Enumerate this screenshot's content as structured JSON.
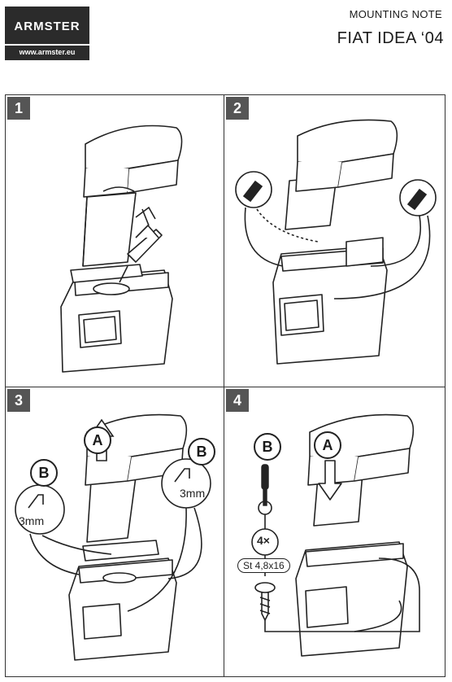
{
  "logo": {
    "brand": "ARMSTER",
    "url": "www.armster.eu"
  },
  "header": {
    "note": "MOUNTING NOTE",
    "model": "FIAT IDEA ‘04"
  },
  "steps": [
    {
      "number": "1"
    },
    {
      "number": "2"
    },
    {
      "number": "3",
      "callout_a": "A",
      "callout_b": "B",
      "drill_size": "3mm"
    },
    {
      "number": "4",
      "callout_a": "A",
      "callout_b": "B",
      "screw_count": "4×",
      "screw_spec": "St 4,8x16"
    }
  ]
}
